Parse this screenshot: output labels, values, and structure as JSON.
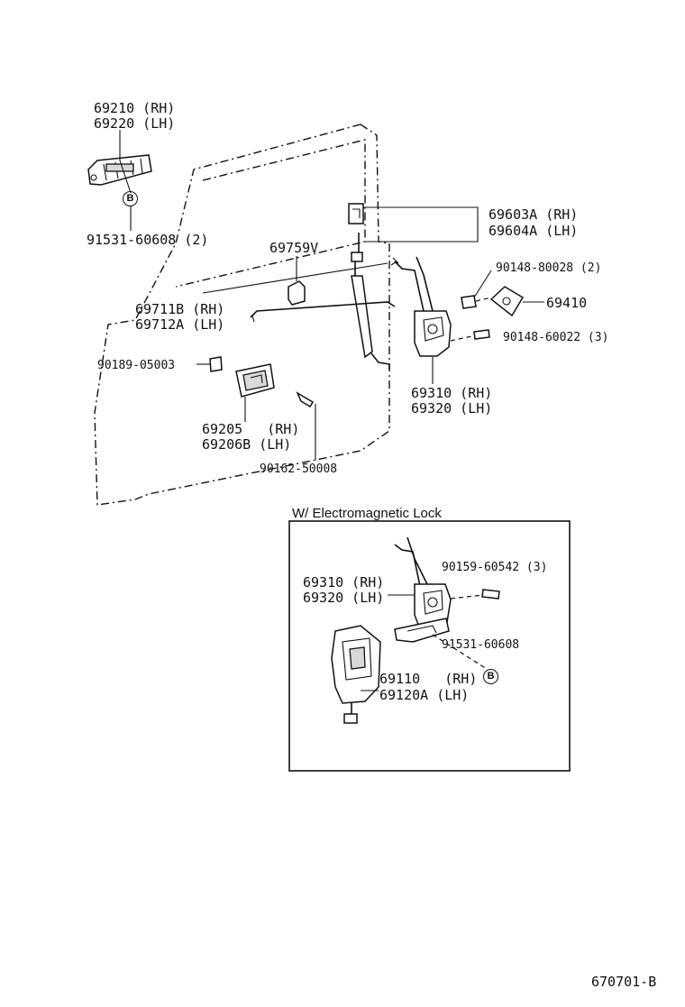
{
  "labels": {
    "p69210": "69210 (RH)",
    "p69220": "69220 (LH)",
    "p91531_top": "91531-60608 (2)",
    "p69759": "69759V",
    "p69603": "69603A (RH)",
    "p69604": "69604A (LH)",
    "p90148_80028": "90148-80028 (2)",
    "p69410": "69410",
    "p69711": "69711B (RH)",
    "p69712": "69712A (LH)",
    "p90148_60022": "90148-60022 (3)",
    "p90189": "90189-05003",
    "p69310_top": "69310 (RH)",
    "p69320_top": "69320 (LH)",
    "p69205": "69205   (RH)",
    "p69206": "69206B (LH)",
    "p90162": "90162-50008",
    "inset_title": "W/ Electromagnetic Lock",
    "p90159": "90159-60542 (3)",
    "p69310_inset": "69310 (RH)",
    "p69320_inset": "69320 (LH)",
    "p91531_inset": "91531-60608",
    "p69110": "69110   (RH)",
    "p69120": "69120A (LH)",
    "footer_code": "670701-B"
  },
  "markers": {
    "b_top": "B",
    "b_inset": "B"
  }
}
